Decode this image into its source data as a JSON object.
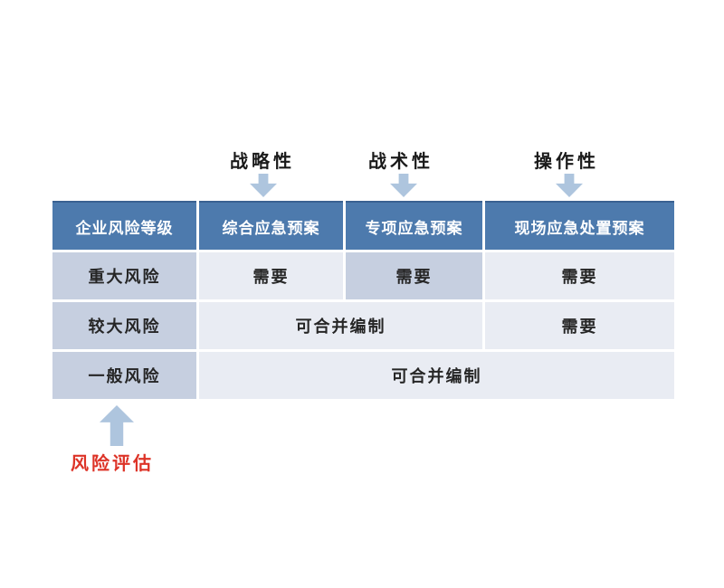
{
  "colors": {
    "page_bg": "#ffffff",
    "header_bg": "#4d7aad",
    "header_border": "#3a6191",
    "dark_cell": "#c6cfe0",
    "light_cell": "#e9ecf3",
    "arrow": "#aec5de",
    "annotation": "#dd3327",
    "body_text": "#262626"
  },
  "top_labels": [
    {
      "label": "战略性"
    },
    {
      "label": "战术性"
    },
    {
      "label": "操作性"
    }
  ],
  "table": {
    "headers": [
      "企业风险等级",
      "综合应急预案",
      "专项应急预案",
      "现场应急处置预案"
    ],
    "rows": [
      {
        "level": "重大风险",
        "cells": [
          {
            "text": "需要"
          },
          {
            "text": "需要"
          },
          {
            "text": "需要"
          }
        ]
      },
      {
        "level": "较大风险",
        "cells": [
          {
            "text": "可合并编制"
          },
          {
            "text": "需要"
          }
        ]
      },
      {
        "level": "一般风险",
        "cells": [
          {
            "text": "可合并编制"
          }
        ]
      }
    ]
  },
  "annotation": {
    "label": "风险评估"
  }
}
